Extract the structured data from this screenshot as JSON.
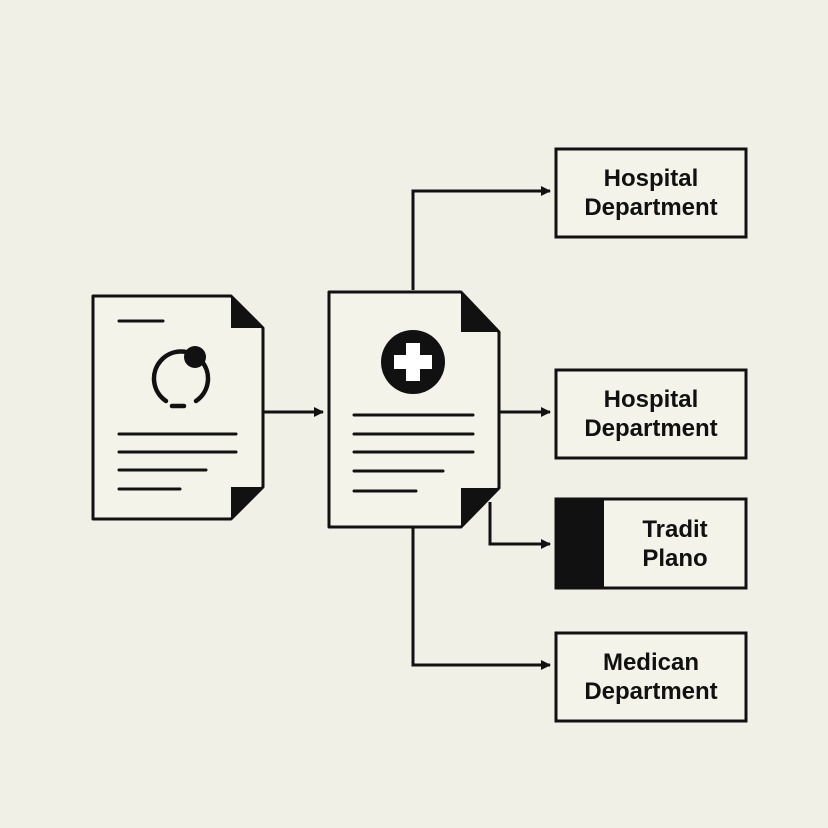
{
  "colors": {
    "background": "#f1f0e7",
    "stroke": "#111111",
    "box_fill": "#f4f3ea",
    "icon_fill": "#111111",
    "icon_cross": "#ffffff"
  },
  "icons": {
    "source_document": "person-document-icon",
    "medical_document": "medical-cross-document-icon"
  },
  "boxes": [
    {
      "line1": "Hospital",
      "line2": "Department"
    },
    {
      "line1": "Hospital",
      "line2": "Department"
    },
    {
      "line1": "Tradit",
      "line2": "Plano"
    },
    {
      "line1": "Medican",
      "line2": "Department"
    }
  ]
}
